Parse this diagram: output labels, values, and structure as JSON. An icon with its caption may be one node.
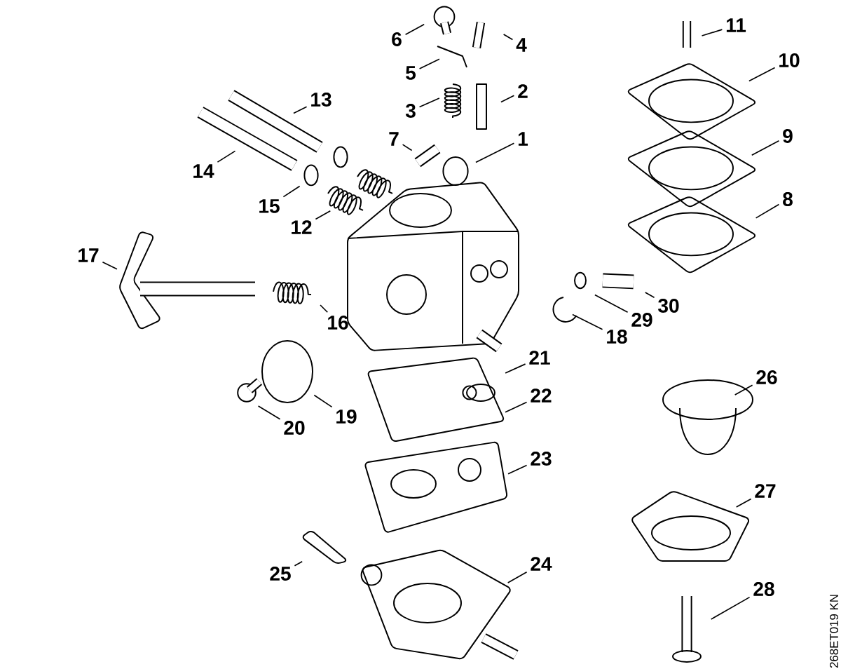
{
  "diagram": {
    "nodes": [
      {
        "text": [
          "1"
        ]
      },
      {
        "text": [
          "2"
        ]
      },
      {
        "text": [
          "3"
        ]
      },
      {
        "text": [
          "4"
        ]
      },
      {
        "text": [
          "5"
        ]
      },
      {
        "text": [
          "6"
        ]
      },
      {
        "text": [
          "7"
        ]
      },
      {
        "text": [
          "8"
        ]
      },
      {
        "text": [
          "9"
        ]
      },
      {
        "text": [
          "10"
        ]
      },
      {
        "text": [
          "11"
        ]
      },
      {
        "text": [
          "12"
        ]
      },
      {
        "text": [
          "13"
        ]
      },
      {
        "text": [
          "14"
        ]
      },
      {
        "text": [
          "15"
        ]
      },
      {
        "text": [
          "16"
        ]
      },
      {
        "text": [
          "17"
        ]
      },
      {
        "text": [
          "18"
        ]
      },
      {
        "text": [
          "19"
        ]
      },
      {
        "text": [
          "20"
        ]
      },
      {
        "text": [
          "21"
        ]
      },
      {
        "text": [
          "22"
        ]
      },
      {
        "text": [
          "23"
        ]
      },
      {
        "text": [
          "24"
        ]
      },
      {
        "text": [
          "25"
        ]
      },
      {
        "text": [
          "26"
        ]
      },
      {
        "text": [
          "27"
        ]
      },
      {
        "text": [
          "28"
        ]
      },
      {
        "text": [
          "29"
        ]
      },
      {
        "text": [
          "30"
        ]
      }
    ],
    "edges": [
      {
        "from": 0,
        "to": null,
        "arrow": "none"
      },
      {
        "from": 1,
        "to": null,
        "arrow": "none"
      },
      {
        "from": 2,
        "to": null,
        "arrow": "none"
      },
      {
        "from": 3,
        "to": null,
        "arrow": "none"
      },
      {
        "from": 4,
        "to": null,
        "arrow": "none"
      },
      {
        "from": 5,
        "to": null,
        "arrow": "none"
      },
      {
        "from": 6,
        "to": null,
        "arrow": "none"
      },
      {
        "from": 7,
        "to": null,
        "arrow": "none"
      },
      {
        "from": 8,
        "to": null,
        "arrow": "none"
      },
      {
        "from": 9,
        "to": null,
        "arrow": "none"
      },
      {
        "from": 10,
        "to": null,
        "arrow": "none"
      },
      {
        "from": 11,
        "to": null,
        "arrow": "none"
      },
      {
        "from": 12,
        "to": null,
        "arrow": "none"
      },
      {
        "from": 13,
        "to": null,
        "arrow": "none"
      },
      {
        "from": 14,
        "to": null,
        "arrow": "none"
      },
      {
        "from": 15,
        "to": null,
        "arrow": "none"
      },
      {
        "from": 16,
        "to": null,
        "arrow": "none"
      },
      {
        "from": 17,
        "to": null,
        "arrow": "none"
      },
      {
        "from": 18,
        "to": null,
        "arrow": "none"
      },
      {
        "from": 19,
        "to": null,
        "arrow": "none"
      },
      {
        "from": 20,
        "to": null,
        "arrow": "none"
      },
      {
        "from": 21,
        "to": null,
        "arrow": "none"
      },
      {
        "from": 22,
        "to": null,
        "arrow": "none"
      },
      {
        "from": 23,
        "to": null,
        "arrow": "none"
      },
      {
        "from": 24,
        "to": null,
        "arrow": "none"
      },
      {
        "from": 25,
        "to": null,
        "arrow": "none"
      },
      {
        "from": 26,
        "to": null,
        "arrow": "none"
      },
      {
        "from": 27,
        "to": null,
        "arrow": "none"
      },
      {
        "from": 28,
        "to": null,
        "arrow": "none"
      },
      {
        "from": 29,
        "to": null,
        "arrow": "none"
      }
    ],
    "labels": [
      "268ET019 KN"
    ]
  }
}
